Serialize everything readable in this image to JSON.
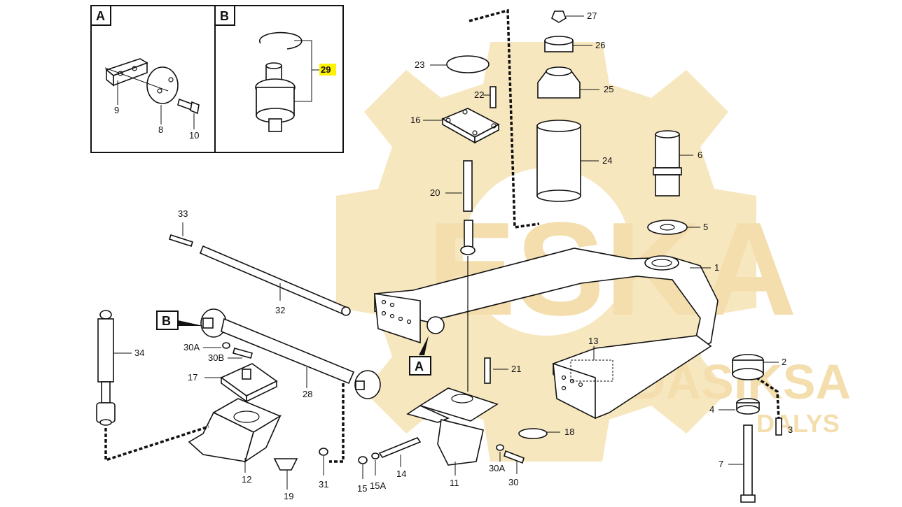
{
  "inset_a": {
    "letter": "A",
    "labels": [
      "9",
      "8",
      "10"
    ]
  },
  "inset_b": {
    "letter": "B",
    "label": "29"
  },
  "callout_a": "A",
  "callout_b": "B",
  "parts": {
    "p1": "1",
    "p2": "2",
    "p3": "3",
    "p4": "4",
    "p5": "5",
    "p6": "6",
    "p7": "7",
    "p11": "11",
    "p12": "12",
    "p13": "13",
    "p14": "14",
    "p15": "15",
    "p15a": "15A",
    "p16": "16",
    "p17": "17",
    "p18": "18",
    "p19": "19",
    "p20": "20",
    "p21": "21",
    "p22": "22",
    "p23": "23",
    "p24": "24",
    "p25": "25",
    "p26": "26",
    "p27": "27",
    "p28": "28",
    "p30a_left": "30A",
    "p30b": "30B",
    "p30a_right": "30A",
    "p30": "30",
    "p31": "31",
    "p32": "32",
    "p33": "33",
    "p34": "34"
  },
  "watermark": {
    "brand": "ESKA",
    "text1": "DASIKSA",
    "text2": "DALYS",
    "color": "#f3d9a0"
  },
  "colors": {
    "highlight": "#fff200",
    "line": "#111111"
  }
}
